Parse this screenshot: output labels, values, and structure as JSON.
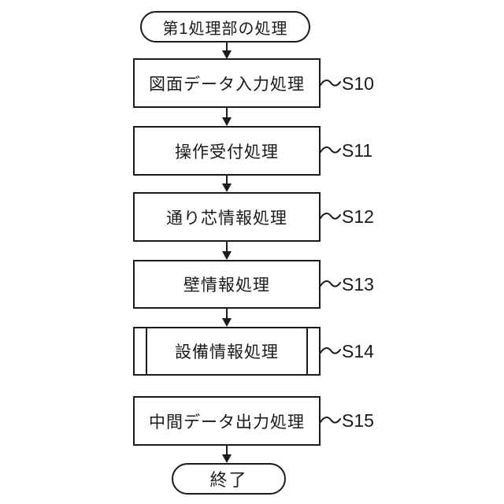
{
  "flowchart": {
    "start_terminal": {
      "label": "第1処理部の処理"
    },
    "end_terminal": {
      "label": "終了"
    },
    "steps": [
      {
        "id": "S10",
        "label": "図面データ入力処理",
        "shape": "process"
      },
      {
        "id": "S11",
        "label": "操作受付処理",
        "shape": "process"
      },
      {
        "id": "S12",
        "label": "通り芯情報処理",
        "shape": "process"
      },
      {
        "id": "S13",
        "label": "壁情報処理",
        "shape": "process"
      },
      {
        "id": "S14",
        "label": "設備情報処理",
        "shape": "predefined_process"
      },
      {
        "id": "S15",
        "label": "中間データ出力処理",
        "shape": "process"
      }
    ],
    "colors": {
      "line": "#1a1a1a",
      "background": "#ffffff"
    }
  }
}
